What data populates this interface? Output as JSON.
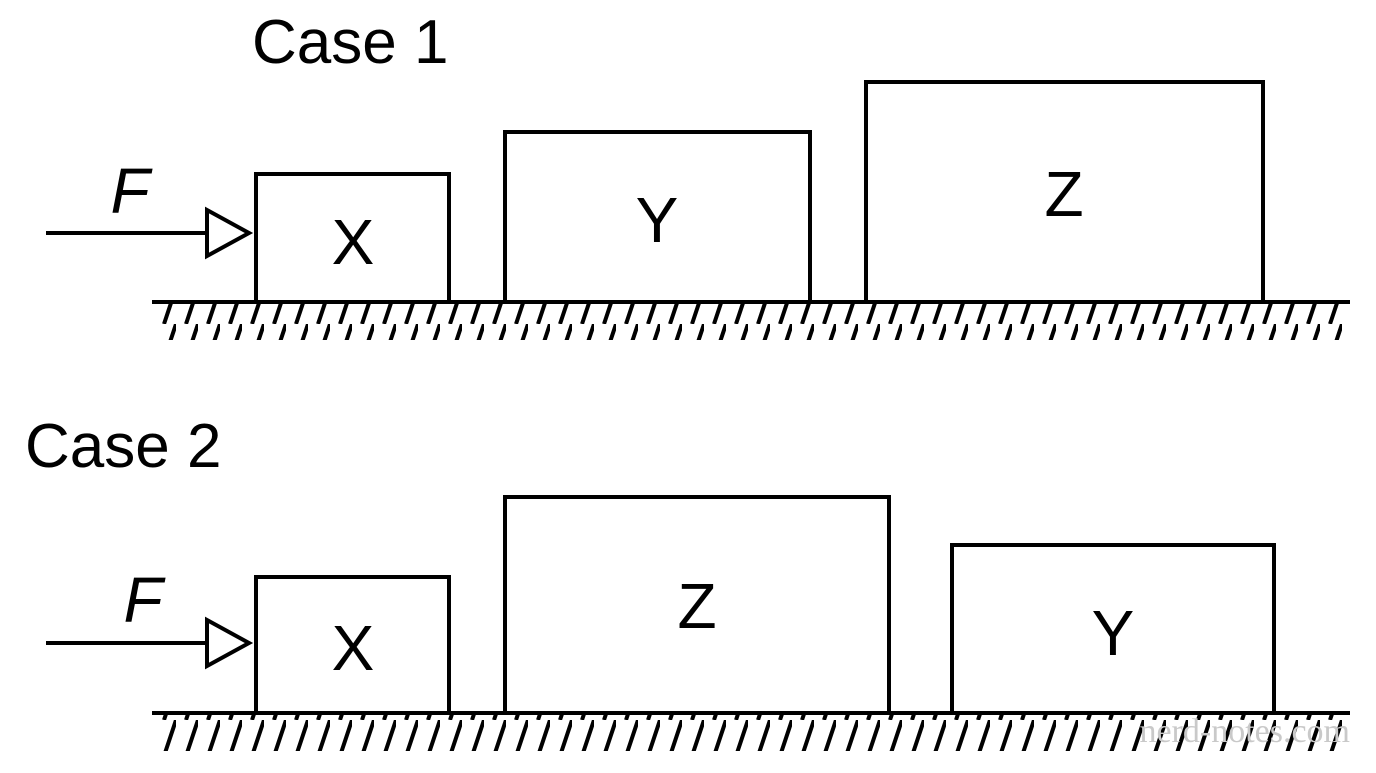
{
  "cases": [
    {
      "title": "Case 1",
      "force_label": "F",
      "blocks": [
        {
          "label": "X"
        },
        {
          "label": "Y"
        },
        {
          "label": "Z"
        }
      ]
    },
    {
      "title": "Case 2",
      "force_label": "F",
      "blocks": [
        {
          "label": "X"
        },
        {
          "label": "Z"
        },
        {
          "label": "Y"
        }
      ]
    }
  ],
  "watermark": "nerd-notes.com"
}
